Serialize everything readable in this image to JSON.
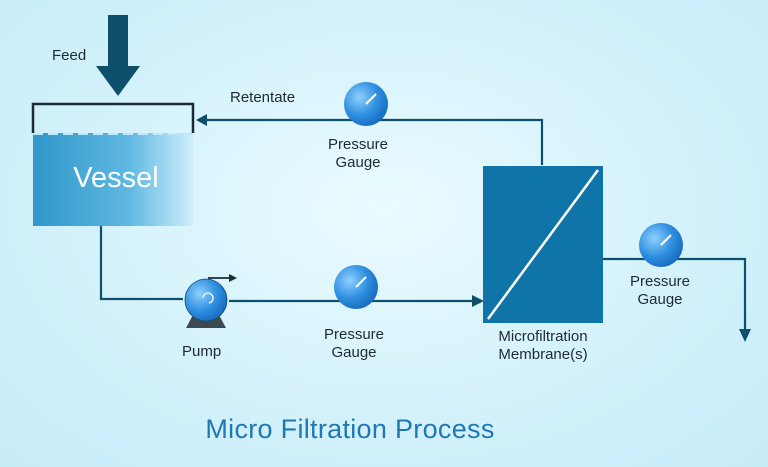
{
  "diagram": {
    "title": "Micro Filtration Process",
    "labels": {
      "feed": "Feed",
      "retentate": "Retentate",
      "vessel": "Vessel",
      "pump": "Pump",
      "gauge_top_line1": "Pressure",
      "gauge_top_line2": "Gauge",
      "gauge_mid_line1": "Pressure",
      "gauge_mid_line2": "Gauge",
      "gauge_right_line1": "Pressure",
      "gauge_right_line2": "Gauge",
      "membrane_line1": "Microfiltration",
      "membrane_line2": "Membrane(s)"
    }
  },
  "colors": {
    "line": "#0e4f6b",
    "vessel_fill": "#3ba6d6",
    "membrane_fill": "#0f75a8",
    "gauge_fill": "#2e96e0",
    "title": "#1f78b4"
  }
}
